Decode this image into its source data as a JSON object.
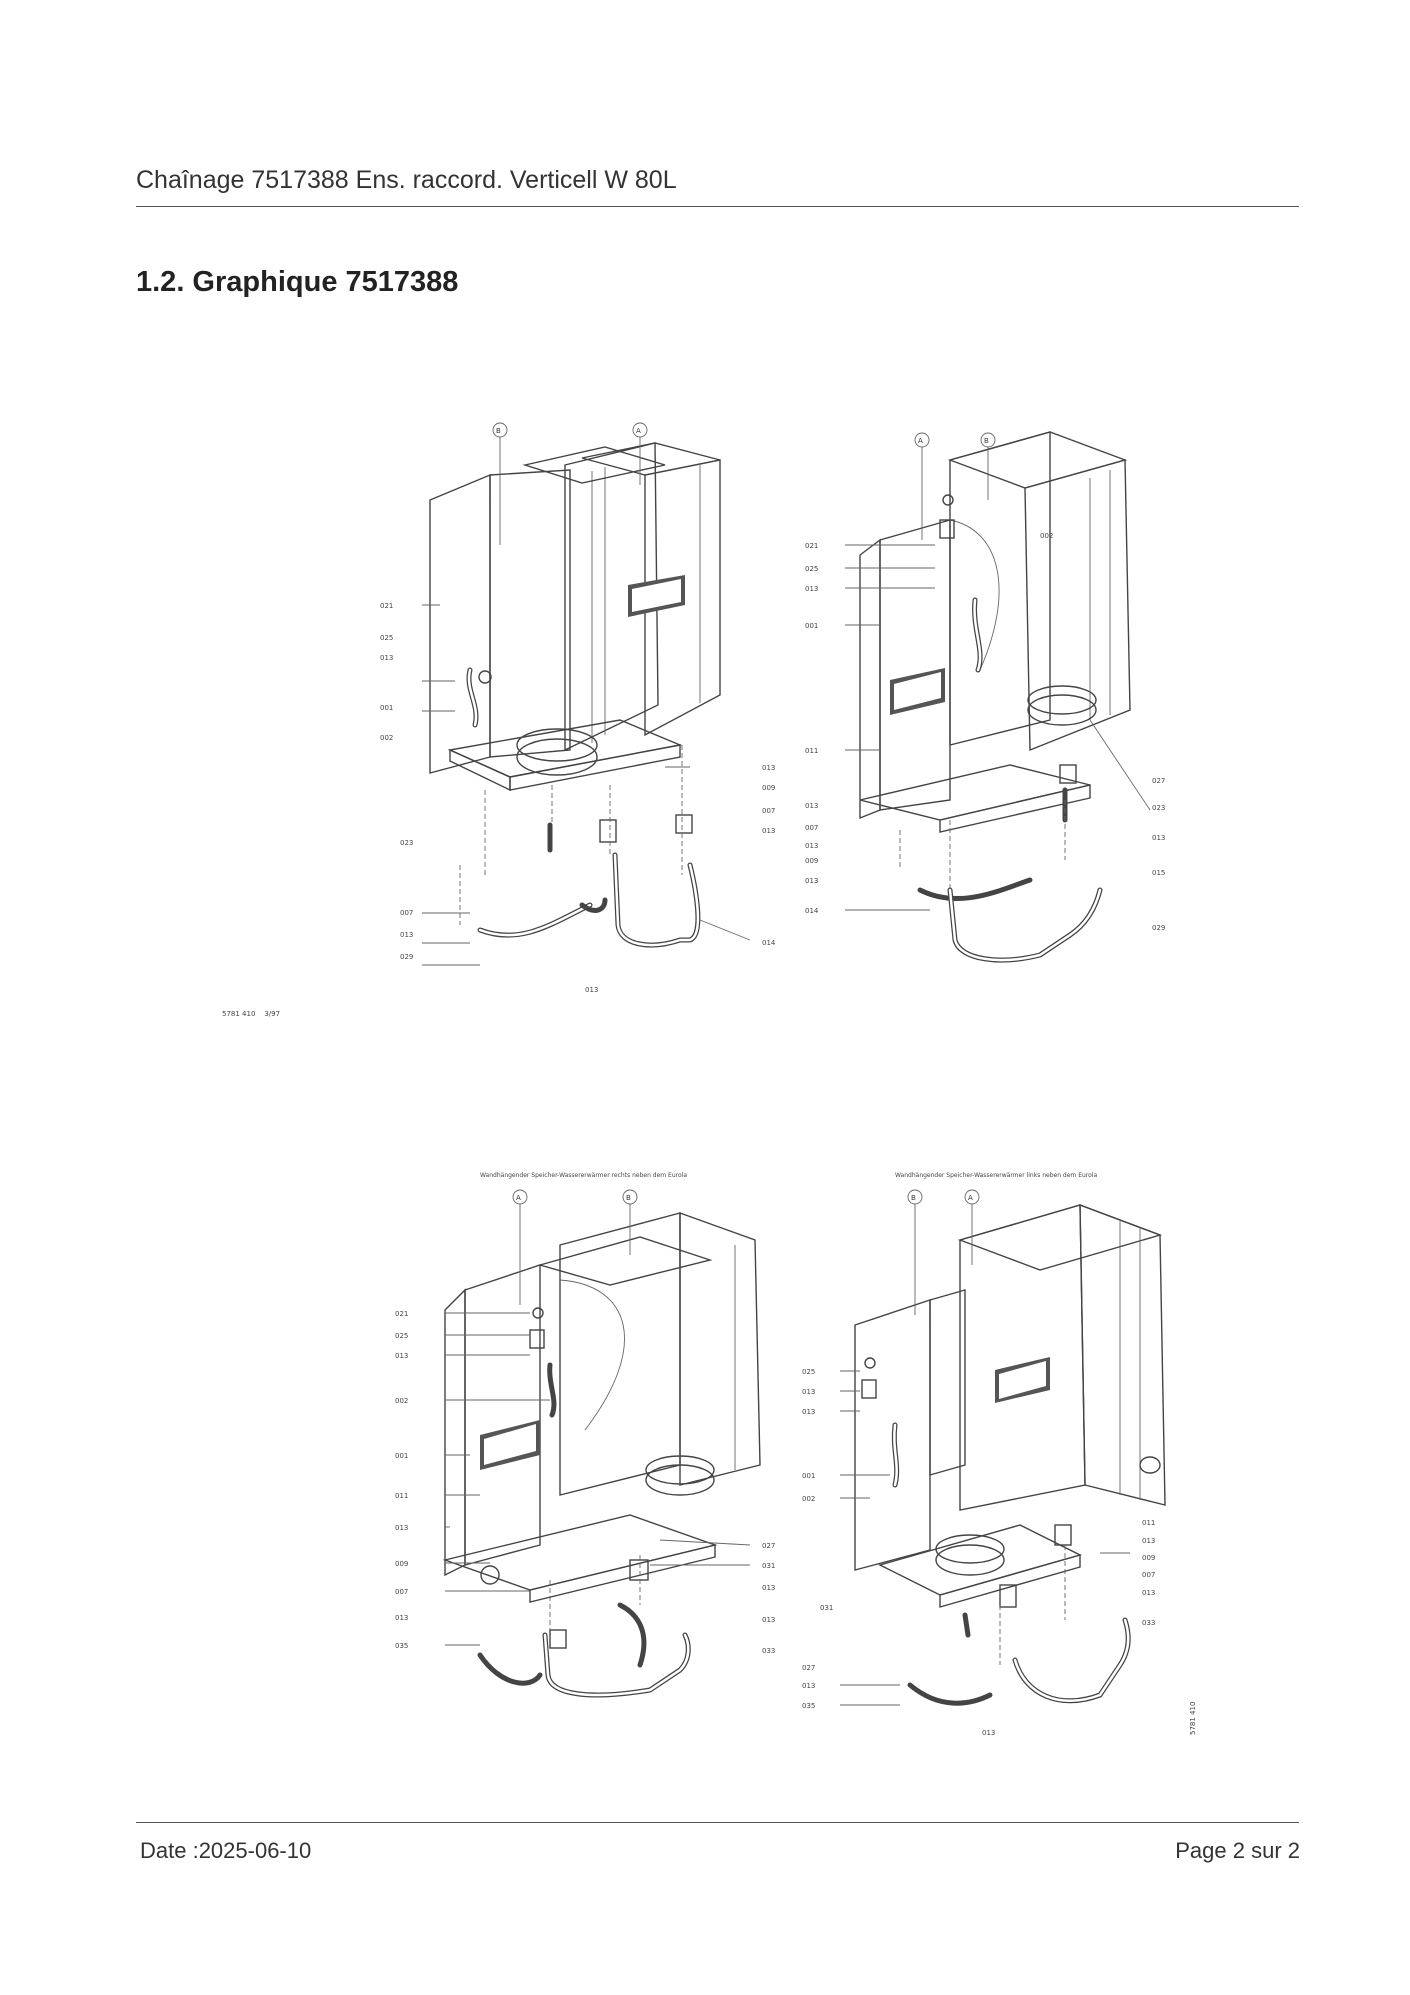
{
  "header": {
    "title": "Chaînage 7517388 Ens. raccord. Verticell W 80L"
  },
  "section": {
    "heading": "1.2. Graphique 7517388"
  },
  "footer": {
    "date": "Date :2025-06-10",
    "page": "Page 2 sur  2"
  },
  "figure": {
    "drawing_number": "5781 410",
    "drawing_date": "3/97",
    "caption_right": "Wandhängender Speicher-Wassererwärmer rechts neben dem Eurola",
    "caption_left": "Wandhängender Speicher-Wassererwärmer links neben dem Eurola",
    "callout_a": "A",
    "callout_b": "B",
    "top_left_labels": [
      "021",
      "025",
      "013",
      "001",
      "002",
      "023",
      "007",
      "013",
      "029",
      "013",
      "009",
      "007",
      "013",
      "014",
      "013"
    ],
    "top_right_labels": [
      "021",
      "025",
      "013",
      "001",
      "002",
      "011",
      "013",
      "007",
      "013",
      "009",
      "013",
      "014",
      "027",
      "023",
      "013",
      "015",
      "029"
    ],
    "bottom_left_labels": [
      "021",
      "025",
      "013",
      "002",
      "001",
      "011",
      "013",
      "009",
      "007",
      "013",
      "035",
      "027",
      "031",
      "013",
      "013",
      "033"
    ],
    "bottom_right_labels": [
      "025",
      "013",
      "013",
      "001",
      "002",
      "031",
      "027",
      "013",
      "035",
      "013",
      "011",
      "013",
      "009",
      "007",
      "013",
      "033"
    ]
  }
}
